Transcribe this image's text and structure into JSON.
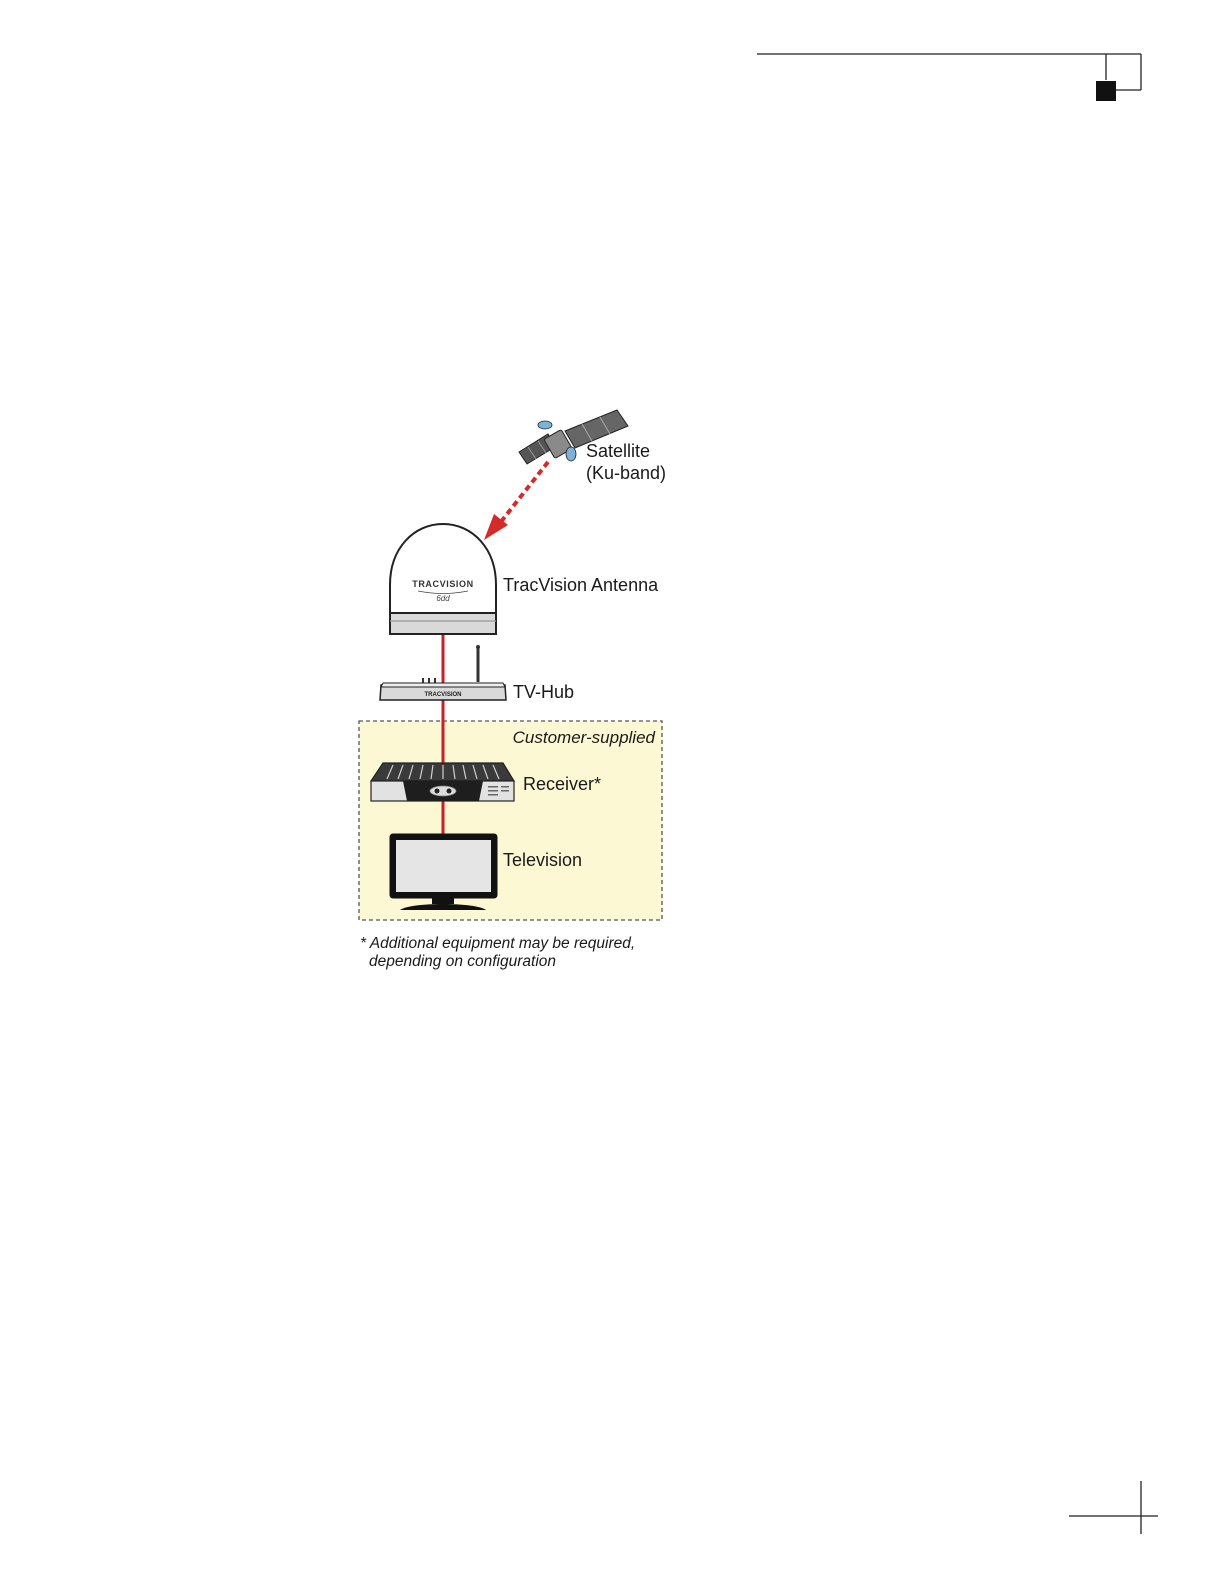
{
  "colors": {
    "cable": "#c8202a",
    "signal_arrow": "#d42a2a",
    "customer_zone_fill": "#fdf8d4",
    "customer_zone_border": "#555555",
    "device_gray": "#d9d9d9",
    "outline": "#222222"
  },
  "diagram": {
    "satellite": {
      "icon": "satellite-icon",
      "label_line1": "Satellite",
      "label_line2": "(Ku-band)"
    },
    "antenna": {
      "icon": "dome-antenna-icon",
      "logo_text": "TRACVISION",
      "logo_sub": "6dd",
      "label": "TracVision Antenna"
    },
    "tv_hub": {
      "icon": "tv-hub-router-icon",
      "logo_text": "TRACVISION",
      "label": "TV-Hub"
    },
    "customer_zone": {
      "label": "Customer-supplied"
    },
    "receiver": {
      "icon": "receiver-box-icon",
      "label": "Receiver*"
    },
    "television": {
      "icon": "television-icon",
      "label": "Television"
    },
    "footnote": {
      "line1": "* Additional equipment may be required,",
      "line2": "depending on configuration"
    }
  },
  "page": {
    "corner_marker_icon": "corner-marker-icon",
    "crop_mark_icon": "crop-mark-icon"
  }
}
